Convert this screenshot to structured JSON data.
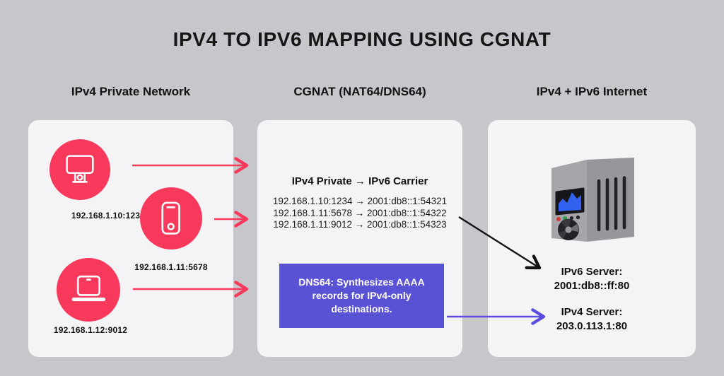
{
  "title": "IPV4 TO IPV6 MAPPING USING CGNAT",
  "left": {
    "header": "IPv4 Private Network",
    "devices": [
      {
        "icon": "desktop-monitor-icon",
        "address": "192.168.1.10:1234"
      },
      {
        "icon": "smartphone-icon",
        "address": "192.168.1.11:5678"
      },
      {
        "icon": "laptop-icon",
        "address": "192.168.1.12:9012"
      }
    ]
  },
  "middle": {
    "header": "CGNAT (NAT64/DNS64)",
    "mapping_title": "IPv4 Private → IPv6 Carrier",
    "mappings": [
      "192.168.1.10:1234 → 2001:db8::1:54321",
      "192.168.1.11:5678 → 2001:db8::1:54322",
      "192.168.1.11:9012 → 2001:db8::1:54323"
    ],
    "dns64_note": "DNS64: Synthesizes AAAA records for IPv4-only destinations."
  },
  "right": {
    "header": "IPv4 + IPv6 Internet",
    "servers": [
      {
        "label": "IPv6 Server:",
        "address": "2001:db8::ff:80"
      },
      {
        "label": "IPv4 Server:",
        "address": "203.0.113.1:80"
      }
    ]
  },
  "colors": {
    "bg": "#c7c6cb",
    "card": "#f4f3f5",
    "pink": "#f8395c",
    "purple": "#5a52d5",
    "blue_arrow": "#5a4fdb",
    "ink": "#161616"
  }
}
